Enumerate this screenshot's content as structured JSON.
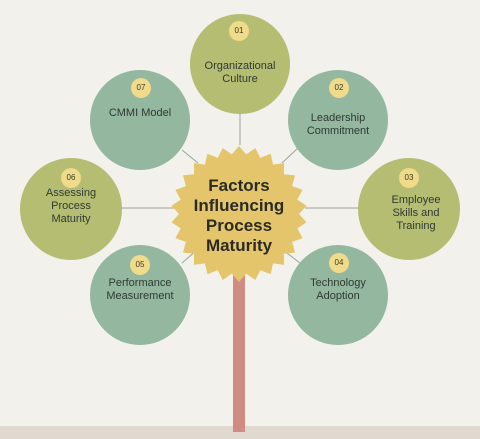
{
  "diagram": {
    "center_title": "Factors Influencing Process Maturity",
    "factors": [
      {
        "number": "01",
        "label": "Organizational Culture"
      },
      {
        "number": "02",
        "label": "Leadership Commitment"
      },
      {
        "number": "03",
        "label": "Employee Skills and Training"
      },
      {
        "number": "04",
        "label": "Technology Adoption"
      },
      {
        "number": "05",
        "label": "Performance Measurement"
      },
      {
        "number": "06",
        "label": "Assessing Process Maturity"
      },
      {
        "number": "07",
        "label": "CMMI Model"
      }
    ]
  },
  "colors": {
    "background": "#f2f1eb",
    "olive": "#b4bd72",
    "sage": "#93b79f",
    "center_star": "#e4c56c",
    "badge": "#efdb8a",
    "trunk": "#d08b82",
    "ground": "#e1d9d0",
    "connector": "#9aa39a"
  }
}
